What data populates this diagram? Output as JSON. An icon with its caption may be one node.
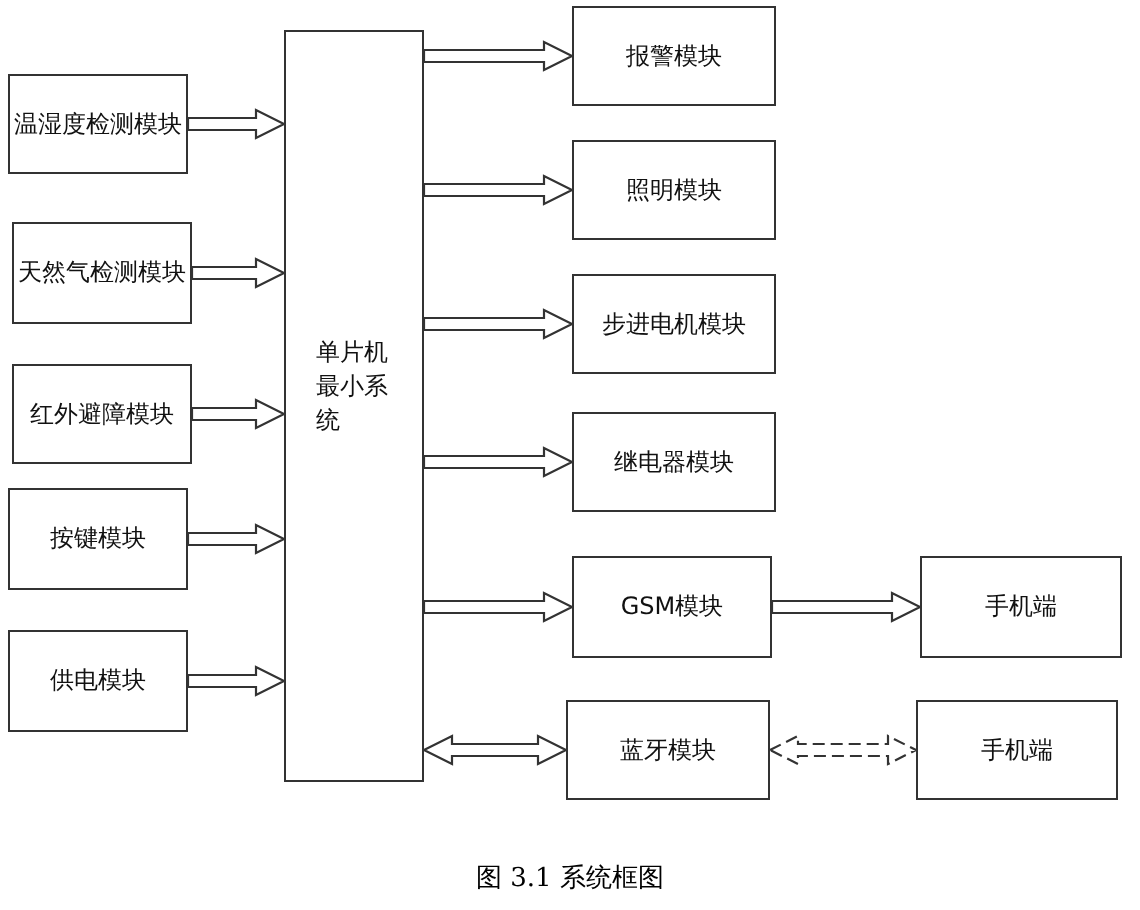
{
  "diagram": {
    "caption": "图 3.1 系统框图",
    "nodes": [
      {
        "text": [
          "温湿度检测模块"
        ]
      },
      {
        "text": [
          "天然气检测模块"
        ]
      },
      {
        "text": [
          "红外避障模块"
        ]
      },
      {
        "text": [
          "按键模块"
        ]
      },
      {
        "text": [
          "供电模块"
        ]
      },
      {
        "text": [
          "单片机最小系统"
        ]
      },
      {
        "text": [
          "报警模块"
        ]
      },
      {
        "text": [
          "照明模块"
        ]
      },
      {
        "text": [
          "步进电机模块"
        ]
      },
      {
        "text": [
          "继电器模块"
        ]
      },
      {
        "text": [
          "GSM模块"
        ]
      },
      {
        "text": [
          "手机端"
        ]
      },
      {
        "text": [
          "蓝牙模块"
        ]
      },
      {
        "text": [
          "手机端"
        ]
      }
    ],
    "edges": [
      {
        "from": 0,
        "to": 5,
        "arrow": "to"
      },
      {
        "from": 1,
        "to": 5,
        "arrow": "to"
      },
      {
        "from": 2,
        "to": 5,
        "arrow": "to"
      },
      {
        "from": 3,
        "to": 5,
        "arrow": "to"
      },
      {
        "from": 4,
        "to": 5,
        "arrow": "to"
      },
      {
        "from": 5,
        "to": 6,
        "arrow": "to"
      },
      {
        "from": 5,
        "to": 7,
        "arrow": "to"
      },
      {
        "from": 5,
        "to": 8,
        "arrow": "to"
      },
      {
        "from": 5,
        "to": 9,
        "arrow": "to"
      },
      {
        "from": 5,
        "to": 10,
        "arrow": "to"
      },
      {
        "from": 10,
        "to": 11,
        "arrow": "to"
      },
      {
        "from": 5,
        "to": 12,
        "arrow": "both"
      },
      {
        "from": 12,
        "to": 13,
        "arrow": "both",
        "style": "dashed"
      }
    ]
  }
}
